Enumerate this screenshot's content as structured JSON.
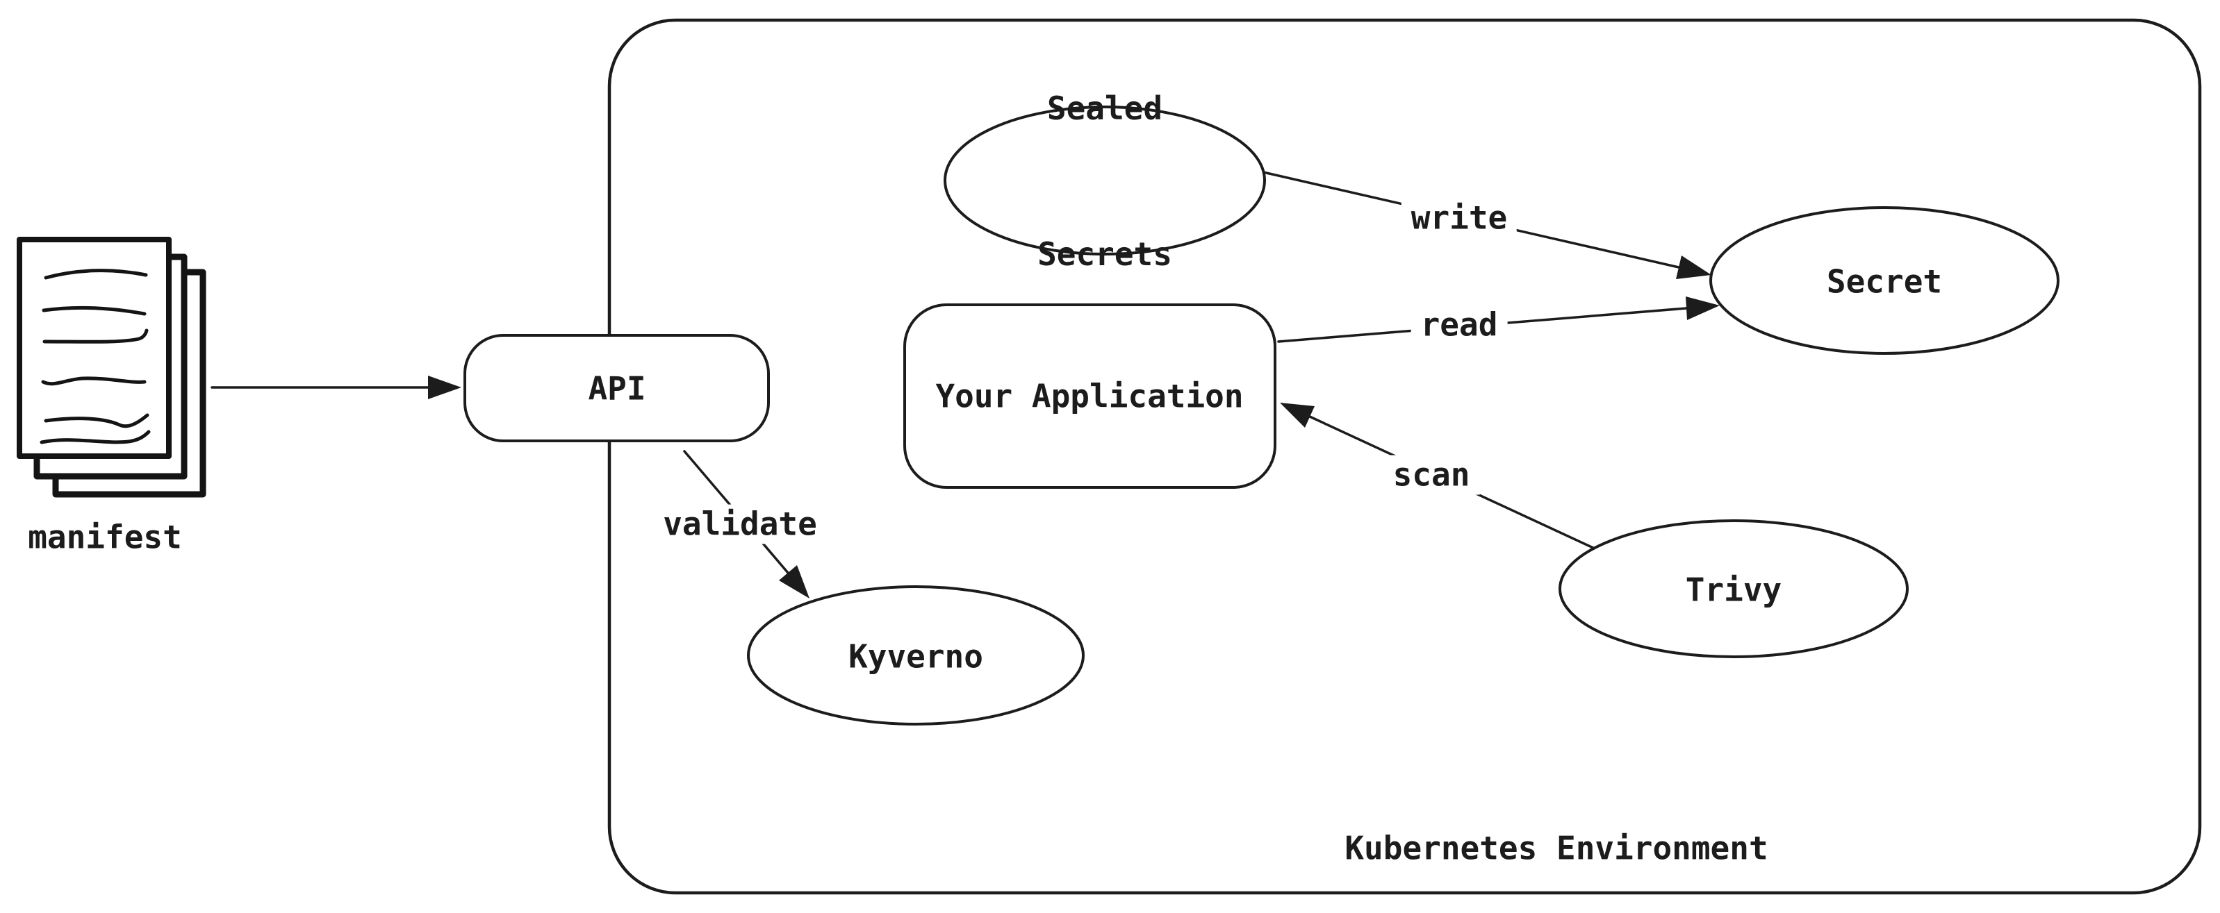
{
  "colors": {
    "stroke": "#1c1c1c",
    "text": "#1c1c1c",
    "background": "#ffffff"
  },
  "environment": {
    "label": "Kubernetes Environment"
  },
  "nodes": {
    "manifest": {
      "label": "manifest",
      "shape": "stacked-documents"
    },
    "api": {
      "label": "API",
      "shape": "rounded-rectangle"
    },
    "sealed_secrets": {
      "label": "Sealed\nSecrets",
      "line1": "Sealed",
      "line2": "Secrets",
      "shape": "ellipse"
    },
    "secret": {
      "label": "Secret",
      "shape": "ellipse"
    },
    "your_application": {
      "label": "Your Application",
      "shape": "rounded-rectangle"
    },
    "kyverno": {
      "label": "Kyverno",
      "shape": "ellipse"
    },
    "trivy": {
      "label": "Trivy",
      "shape": "ellipse"
    }
  },
  "edges": {
    "manifest_to_api": {
      "from": "manifest",
      "to": "api",
      "label": ""
    },
    "sealed_to_secret": {
      "from": "sealed_secrets",
      "to": "secret",
      "label": "write"
    },
    "app_to_secret": {
      "from": "your_application",
      "to": "secret",
      "label": "read"
    },
    "trivy_to_app": {
      "from": "trivy",
      "to": "your_application",
      "label": "scan"
    },
    "api_to_kyverno": {
      "from": "api",
      "to": "kyverno",
      "label": "validate"
    }
  }
}
